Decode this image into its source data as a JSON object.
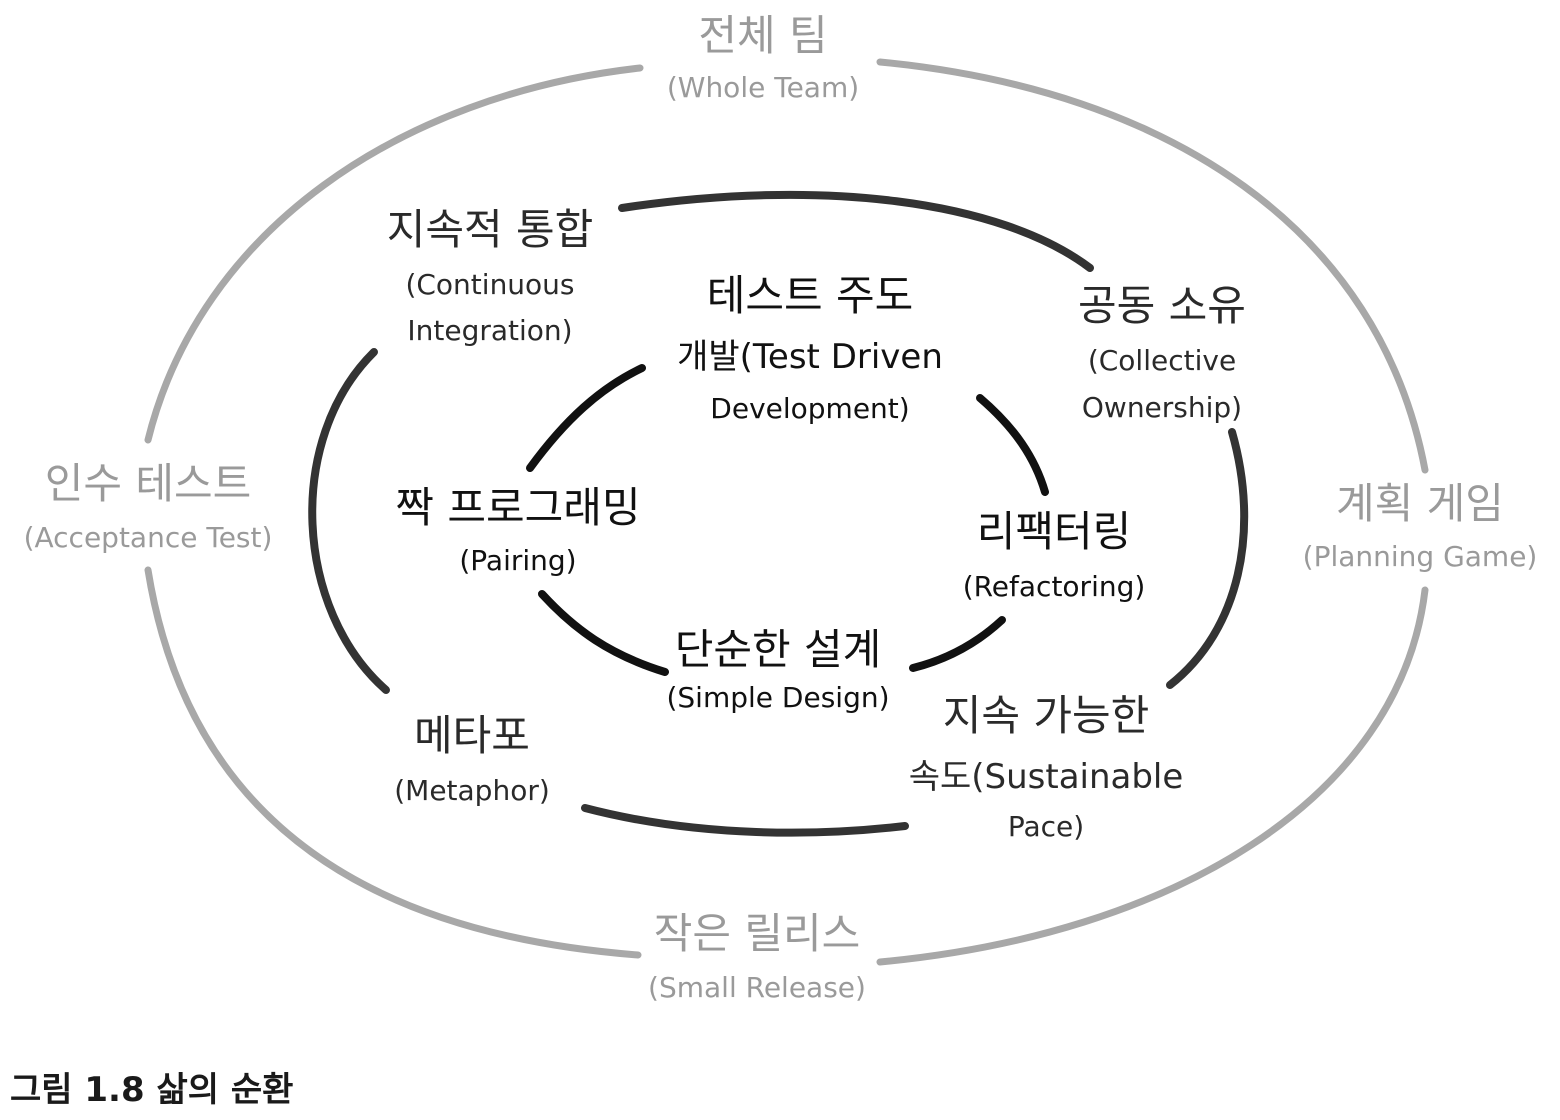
{
  "diagram": {
    "outer_ring": {
      "color": "#a8a8a8",
      "nodes": [
        {
          "ko": "전체 팀",
          "en": "(Whole Team)"
        },
        {
          "ko": "계획 게임",
          "en": "(Planning Game)"
        },
        {
          "ko": "작은 릴리스",
          "en": "(Small Release)"
        },
        {
          "ko": "인수 테스트",
          "en": "(Acceptance Test)"
        }
      ]
    },
    "middle_ring": {
      "color": "#333333",
      "nodes": [
        {
          "ko": "지속적 통합",
          "en": "(Continuous",
          "en2": "Integration)"
        },
        {
          "ko": "공동 소유",
          "en": "(Collective",
          "en2": "Ownership)"
        },
        {
          "ko": "지속 가능한",
          "ko2": "속도(Sustainable",
          "en": "Pace)"
        },
        {
          "ko": "메타포",
          "en": "(Metaphor)"
        }
      ]
    },
    "inner_ring": {
      "color": "#111111",
      "nodes": [
        {
          "ko": "테스트 주도",
          "ko2": "개발(Test Driven",
          "en": "Development)"
        },
        {
          "ko": "리팩터링",
          "en": "(Refactoring)"
        },
        {
          "ko": "단순한 설계",
          "en": "(Simple Design)"
        },
        {
          "ko": "짝 프로그래밍",
          "en": "(Pairing)"
        }
      ]
    }
  },
  "caption": {
    "prefix": "그림 1.8",
    "title": "삶의 순환"
  }
}
